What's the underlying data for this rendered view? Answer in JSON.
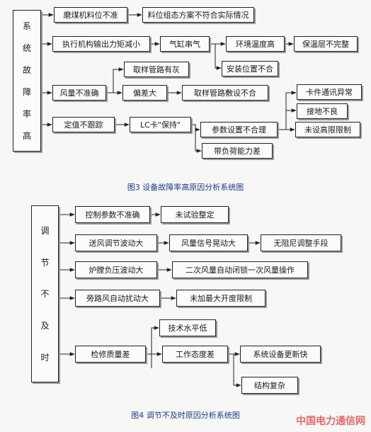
{
  "fig3": {
    "root_chars": [
      "系",
      "统",
      "故",
      "障",
      "率",
      "高"
    ],
    "n1": "磨煤机料位不准",
    "n2": "料位组态方案不符合实际情况",
    "n3": "执行机构输出力矩减小",
    "n4": "气缸串气",
    "n5": "环境温度高",
    "n6": "保温层不完整",
    "n7": "安装位置不合",
    "n8": "取样管路有灰",
    "n9": "风量不准确",
    "n10": "偏差大",
    "n11": "取样管路敷设不合",
    "n12": "卡件通讯异常",
    "n13": "接地不良",
    "n14": "定值不跟踪",
    "n15": "LC卡\"保持\"",
    "n16": "参数设置不合理",
    "n17": "未设高限限制",
    "n18": "带负荷能力差",
    "caption": "图3    设备故障率高原因分析系统图"
  },
  "fig4": {
    "root_chars": [
      "调",
      "节",
      "不",
      "及",
      "时"
    ],
    "m1": "控制参数不准确",
    "m2": "未试验整定",
    "m3": "送风调节波动大",
    "m4": "风量信号晃动大",
    "m5": "无阻尼调整手段",
    "m6": "炉膛负压波动大",
    "m7": "二次风量自动闭锁一次风量操作",
    "m8": "旁路风自动扰动大",
    "m9": "未加最大开度限制",
    "m10": "检修质量差",
    "m11": "技术水平低",
    "m12": "工作态度差",
    "m13": "系统设备更新快",
    "m14": "结构复杂",
    "caption": "图4    调节不及时原因分析系统图"
  },
  "watermark": "中国电力通信网"
}
